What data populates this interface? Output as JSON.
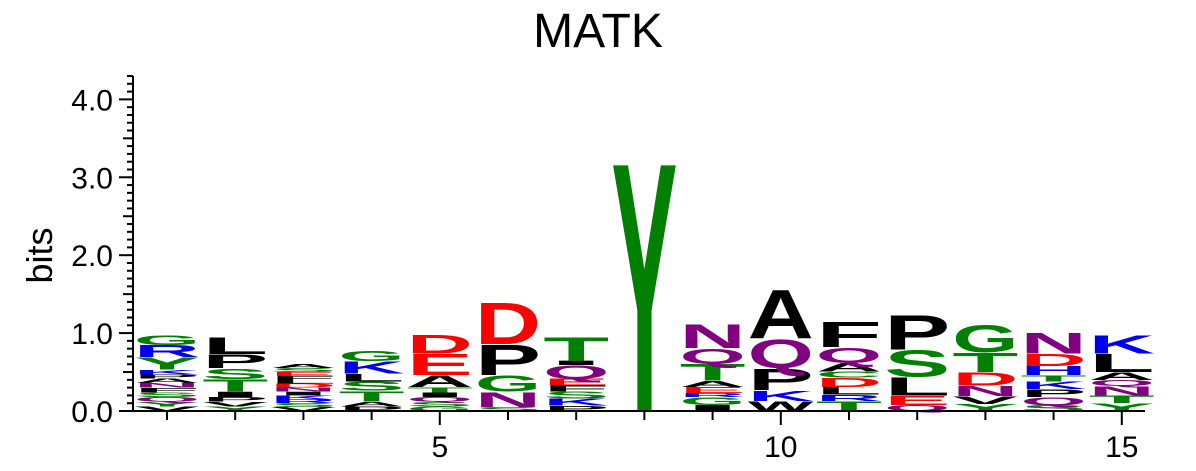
{
  "chart_data": {
    "type": "sequence_logo",
    "title": "MATK",
    "ylabel": "bits",
    "xlabel": "",
    "ylim": [
      0,
      4.3
    ],
    "yticks": [
      0.0,
      1.0,
      2.0,
      3.0,
      4.0
    ],
    "ytick_labels": [
      "0.0",
      "1.0",
      "2.0",
      "3.0",
      "4.0"
    ],
    "xticks": [
      5,
      10,
      15
    ],
    "xtick_labels": [
      "5",
      "10",
      "15"
    ],
    "colors": {
      "green": "#008000",
      "blue": "#0000ee",
      "red": "#ff0000",
      "black": "#000000",
      "purple": "#800080"
    },
    "residue_colors": {
      "A": "black",
      "C": "green",
      "D": "red",
      "E": "red",
      "F": "black",
      "G": "green",
      "H": "blue",
      "I": "black",
      "K": "blue",
      "L": "black",
      "M": "black",
      "N": "purple",
      "P": "black",
      "Q": "purple",
      "R": "blue",
      "S": "green",
      "T": "green",
      "V": "black",
      "W": "black",
      "Y": "green"
    },
    "positions": [
      {
        "pos": 1,
        "letters": [
          [
            "V",
            0.06
          ],
          [
            "Y",
            0.06
          ],
          [
            "Q",
            0.06
          ],
          [
            "S",
            0.06
          ],
          [
            "F",
            0.06
          ],
          [
            "N",
            0.06
          ],
          [
            "A",
            0.06
          ],
          [
            "P",
            0.05
          ],
          [
            "K",
            0.06
          ],
          [
            "Y",
            0.16
          ],
          [
            "R",
            0.16
          ],
          [
            "G",
            0.13
          ]
        ]
      },
      {
        "pos": 2,
        "letters": [
          [
            "Y",
            0.06
          ],
          [
            "V",
            0.06
          ],
          [
            "P",
            0.06
          ],
          [
            "I",
            0.07
          ],
          [
            "T",
            0.16
          ],
          [
            "S",
            0.14
          ],
          [
            "P",
            0.18
          ],
          [
            "L",
            0.22
          ]
        ]
      },
      {
        "pos": 3,
        "letters": [
          [
            "V",
            0.05
          ],
          [
            "S",
            0.05
          ],
          [
            "R",
            0.05
          ],
          [
            "K",
            0.05
          ],
          [
            "I",
            0.05
          ],
          [
            "N",
            0.05
          ],
          [
            "D",
            0.05
          ],
          [
            "L",
            0.05
          ],
          [
            "F",
            0.05
          ],
          [
            "E",
            0.05
          ],
          [
            "S",
            0.05
          ],
          [
            "A",
            0.05
          ]
        ]
      },
      {
        "pos": 4,
        "letters": [
          [
            "P",
            0.06
          ],
          [
            "A",
            0.06
          ],
          [
            "T",
            0.14
          ],
          [
            "S",
            0.12
          ],
          [
            "L",
            0.1
          ],
          [
            "K",
            0.16
          ],
          [
            "G",
            0.14
          ]
        ]
      },
      {
        "pos": 5,
        "letters": [
          [
            "G",
            0.06
          ],
          [
            "S",
            0.06
          ],
          [
            "Q",
            0.06
          ],
          [
            "I",
            0.06
          ],
          [
            "T",
            0.07
          ],
          [
            "A",
            0.15
          ],
          [
            "E",
            0.28
          ],
          [
            "D",
            0.25
          ]
        ]
      },
      {
        "pos": 6,
        "letters": [
          [
            "S",
            0.05
          ],
          [
            "N",
            0.2
          ],
          [
            "G",
            0.21
          ],
          [
            "P",
            0.4
          ],
          [
            "D",
            0.55
          ]
        ]
      },
      {
        "pos": 7,
        "letters": [
          [
            "P",
            0.07
          ],
          [
            "K",
            0.09
          ],
          [
            "S",
            0.09
          ],
          [
            "F",
            0.08
          ],
          [
            "E",
            0.09
          ],
          [
            "Q",
            0.17
          ],
          [
            "I",
            0.06
          ],
          [
            "T",
            0.31
          ]
        ]
      },
      {
        "pos": 8,
        "letters": [
          [
            "Y",
            3.3
          ]
        ]
      },
      {
        "pos": 9,
        "letters": [
          [
            "I",
            0.08
          ],
          [
            "G",
            0.1
          ],
          [
            "R",
            0.05
          ],
          [
            "E",
            0.08
          ],
          [
            "A",
            0.08
          ],
          [
            "T",
            0.22
          ],
          [
            "Q",
            0.2
          ],
          [
            "N",
            0.32
          ]
        ]
      },
      {
        "pos": 10,
        "letters": [
          [
            "W",
            0.13
          ],
          [
            "K",
            0.14
          ],
          [
            "P",
            0.28
          ],
          [
            "Q",
            0.38
          ],
          [
            "A",
            0.64
          ]
        ]
      },
      {
        "pos": 11,
        "letters": [
          [
            "T",
            0.13
          ],
          [
            "R",
            0.08
          ],
          [
            "L",
            0.1
          ],
          [
            "D",
            0.12
          ],
          [
            "C",
            0.08
          ],
          [
            "A",
            0.11
          ],
          [
            "Q",
            0.2
          ],
          [
            "F",
            0.33
          ]
        ]
      },
      {
        "pos": 12,
        "letters": [
          [
            "Q",
            0.08
          ],
          [
            "E",
            0.12
          ],
          [
            "L",
            0.24
          ],
          [
            "S",
            0.35
          ],
          [
            "P",
            0.45
          ]
        ]
      },
      {
        "pos": 13,
        "letters": [
          [
            "Y",
            0.09
          ],
          [
            "V",
            0.1
          ],
          [
            "N",
            0.14
          ],
          [
            "D",
            0.17
          ],
          [
            "T",
            0.26
          ],
          [
            "G",
            0.36
          ]
        ]
      },
      {
        "pos": 14,
        "letters": [
          [
            "S",
            0.08
          ],
          [
            "Q",
            0.1
          ],
          [
            "P",
            0.1
          ],
          [
            "K",
            0.1
          ],
          [
            "T",
            0.08
          ],
          [
            "H",
            0.12
          ],
          [
            "D",
            0.16
          ],
          [
            "N",
            0.27
          ]
        ]
      },
      {
        "pos": 15,
        "letters": [
          [
            "Y",
            0.1
          ],
          [
            "T",
            0.1
          ],
          [
            "N",
            0.12
          ],
          [
            "Q",
            0.08
          ],
          [
            "A",
            0.1
          ],
          [
            "L",
            0.24
          ],
          [
            "K",
            0.24
          ]
        ]
      }
    ]
  }
}
